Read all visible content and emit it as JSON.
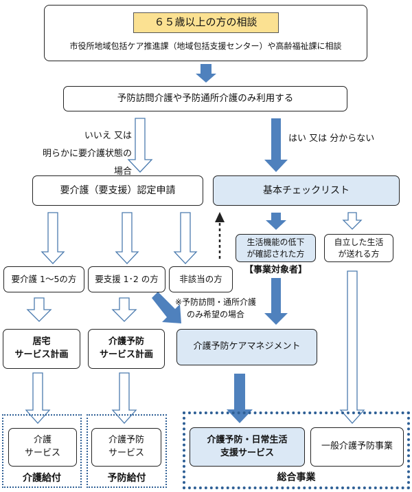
{
  "top": {
    "title": "６５歳以上の方の相談",
    "subtitle": "市役所地域包括ケア推進課（地域包括支援センター）や高齢福祉課に相談"
  },
  "question": "予防訪問介護や予防通所介護のみ利用する",
  "branch_no": "いいえ 又は\n明らかに要介護状態の場合",
  "branch_yes": "はい 又は 分からない",
  "certification": "要介護（要支援）認定申請",
  "checklist": "基本チェックリスト",
  "decline": "生活機能の低下\nが確認された方",
  "independent": "自立した生活\nが送れる方",
  "target_label": "【事業対象者】",
  "care_level": "要介護 1～5の方",
  "support_level": "要支援 1･2 の方",
  "not_applicable": "非該当の方",
  "note": "※予防訪問・通所介護\nのみ希望の場合",
  "home_plan": "居宅\nサービス計画",
  "prevention_plan": "介護予防\nサービス計画",
  "prevention_mgmt": "介護予防ケアマネジメント",
  "care_service": "介護\nサービス",
  "prevention_service": "介護予防\nサービス",
  "daily_support": "介護予防・日常生活\n支援サービス",
  "general_project": "一般介護予防事業",
  "group_care": "介護給付",
  "group_prevention": "予防給付",
  "group_general": "総合事業",
  "colors": {
    "blue_fill": "#4f81bd",
    "light_blue": "#dbe8f5",
    "yellow": "#fbe192",
    "group_border": "#2e5f95"
  }
}
